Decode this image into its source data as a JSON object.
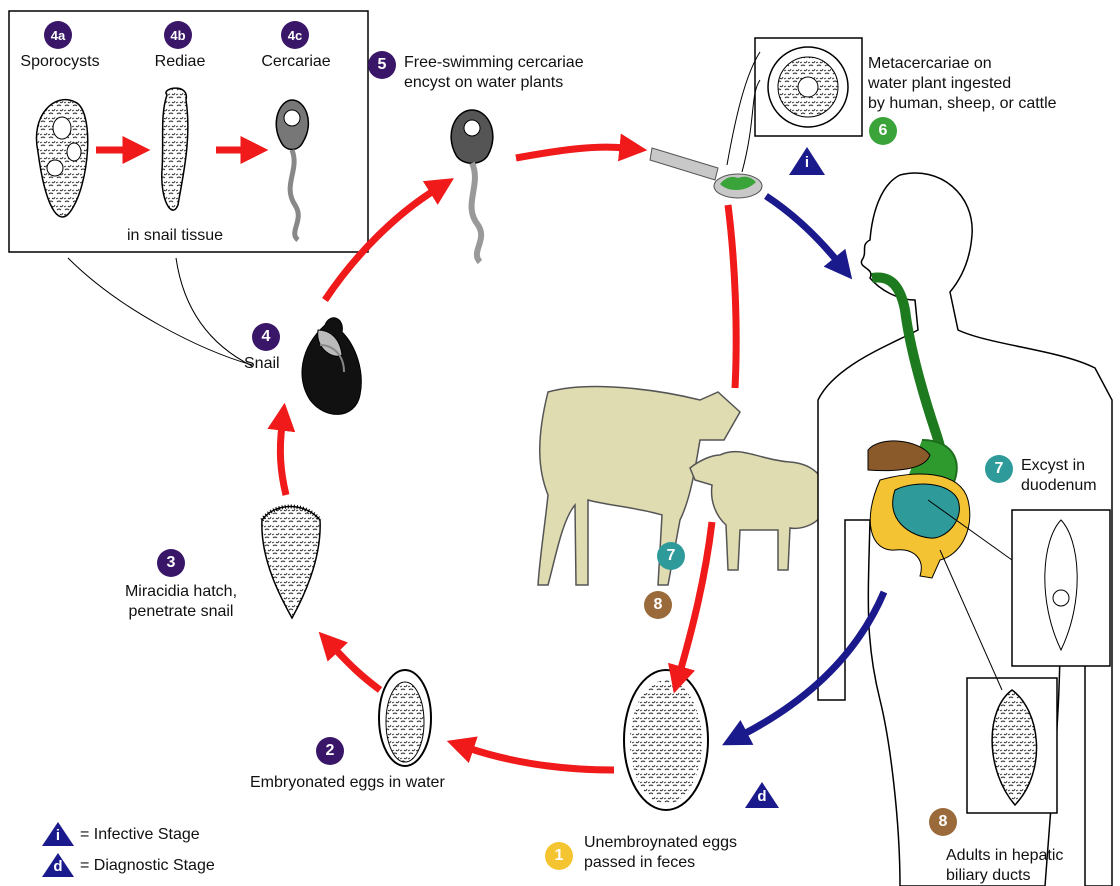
{
  "colors": {
    "red_arrow": "#f01a1a",
    "blue_arrow": "#1a1a8c",
    "badge_purple": "#3a1668",
    "badge_green": "#3aa33a",
    "badge_teal": "#2e9a9a",
    "badge_brown": "#9a6a3a",
    "badge_yellow": "#f5c431",
    "triangle_blue": "#1a1a8c",
    "cattle_fill": "#dedcb0"
  },
  "stages": {
    "s4a": {
      "badge": "4a",
      "label": "Sporocysts"
    },
    "s4b": {
      "badge": "4b",
      "label": "Rediae"
    },
    "s4c": {
      "badge": "4c",
      "label": "Cercariae"
    },
    "snail_tissue": "in snail tissue",
    "s5": {
      "badge": "5",
      "label": "Free-swimming cercariae\nencyst on water plants"
    },
    "s6": {
      "badge": "6",
      "label": "Metacercariae on\nwater plant ingested\nby human, sheep, or cattle"
    },
    "s4": {
      "badge": "4",
      "label": "Snail"
    },
    "s3": {
      "badge": "3",
      "label": "Miracidia hatch,\npenetrate snail"
    },
    "s2": {
      "badge": "2",
      "label": "Embryonated eggs in water"
    },
    "s1": {
      "badge": "1",
      "label": "Unembroynated eggs\npassed in feces"
    },
    "s7": {
      "badge": "7",
      "label": "Excyst in\nduodenum"
    },
    "s7_animal": {
      "badge": "7"
    },
    "s8": {
      "badge": "8",
      "label": "Adults in hepatic\nbiliary ducts"
    },
    "s8_animal": {
      "badge": "8"
    }
  },
  "markers": {
    "infective_letter": "i",
    "diagnostic_letter": "d"
  },
  "legend": {
    "infective": {
      "letter": "i",
      "label": "= Infective Stage"
    },
    "diagnostic": {
      "letter": "d",
      "label": "= Diagnostic Stage"
    }
  }
}
